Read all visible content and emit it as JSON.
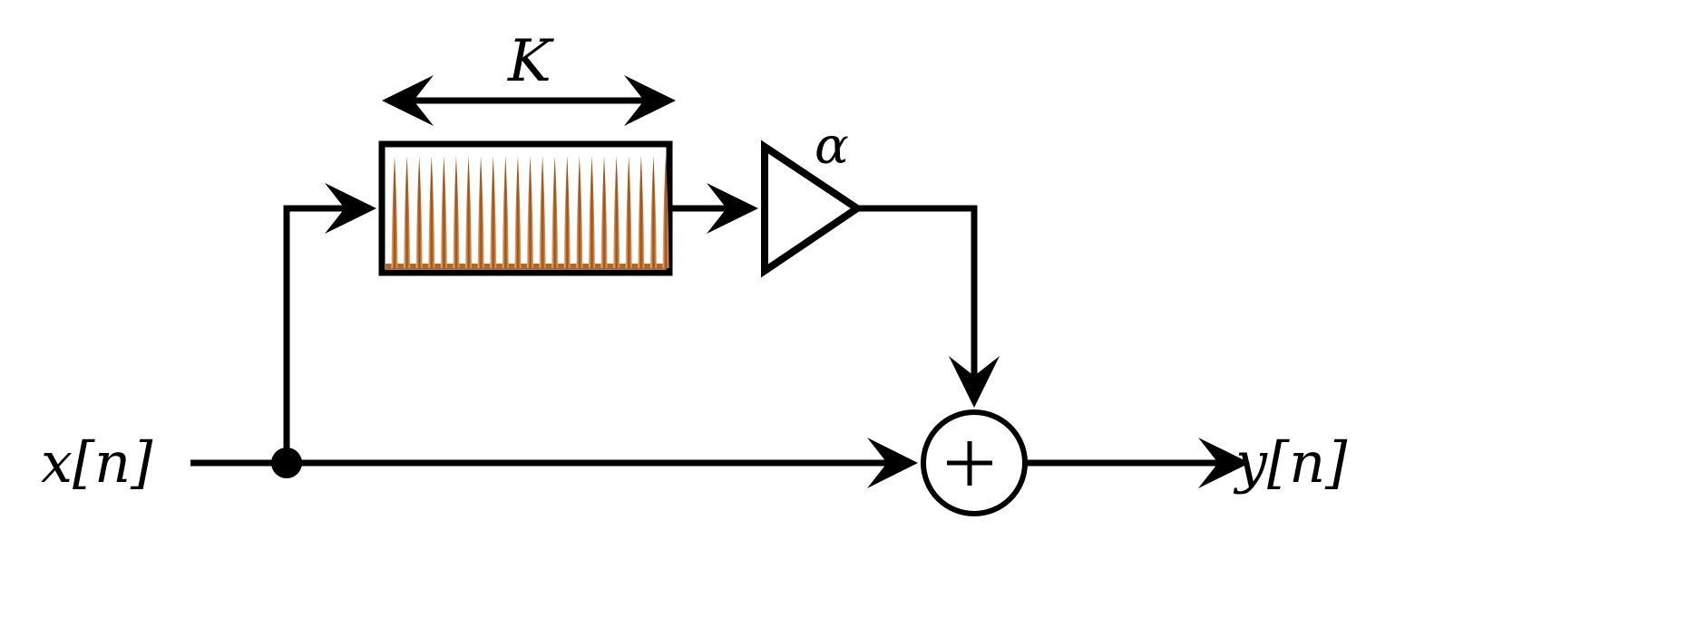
{
  "labels": {
    "input": "x[n]",
    "output": "y[n]",
    "delay_length": "K",
    "gain": "α",
    "sum_symbol": "+"
  },
  "comb": {
    "teeth": 23,
    "color": "#b5651d"
  }
}
